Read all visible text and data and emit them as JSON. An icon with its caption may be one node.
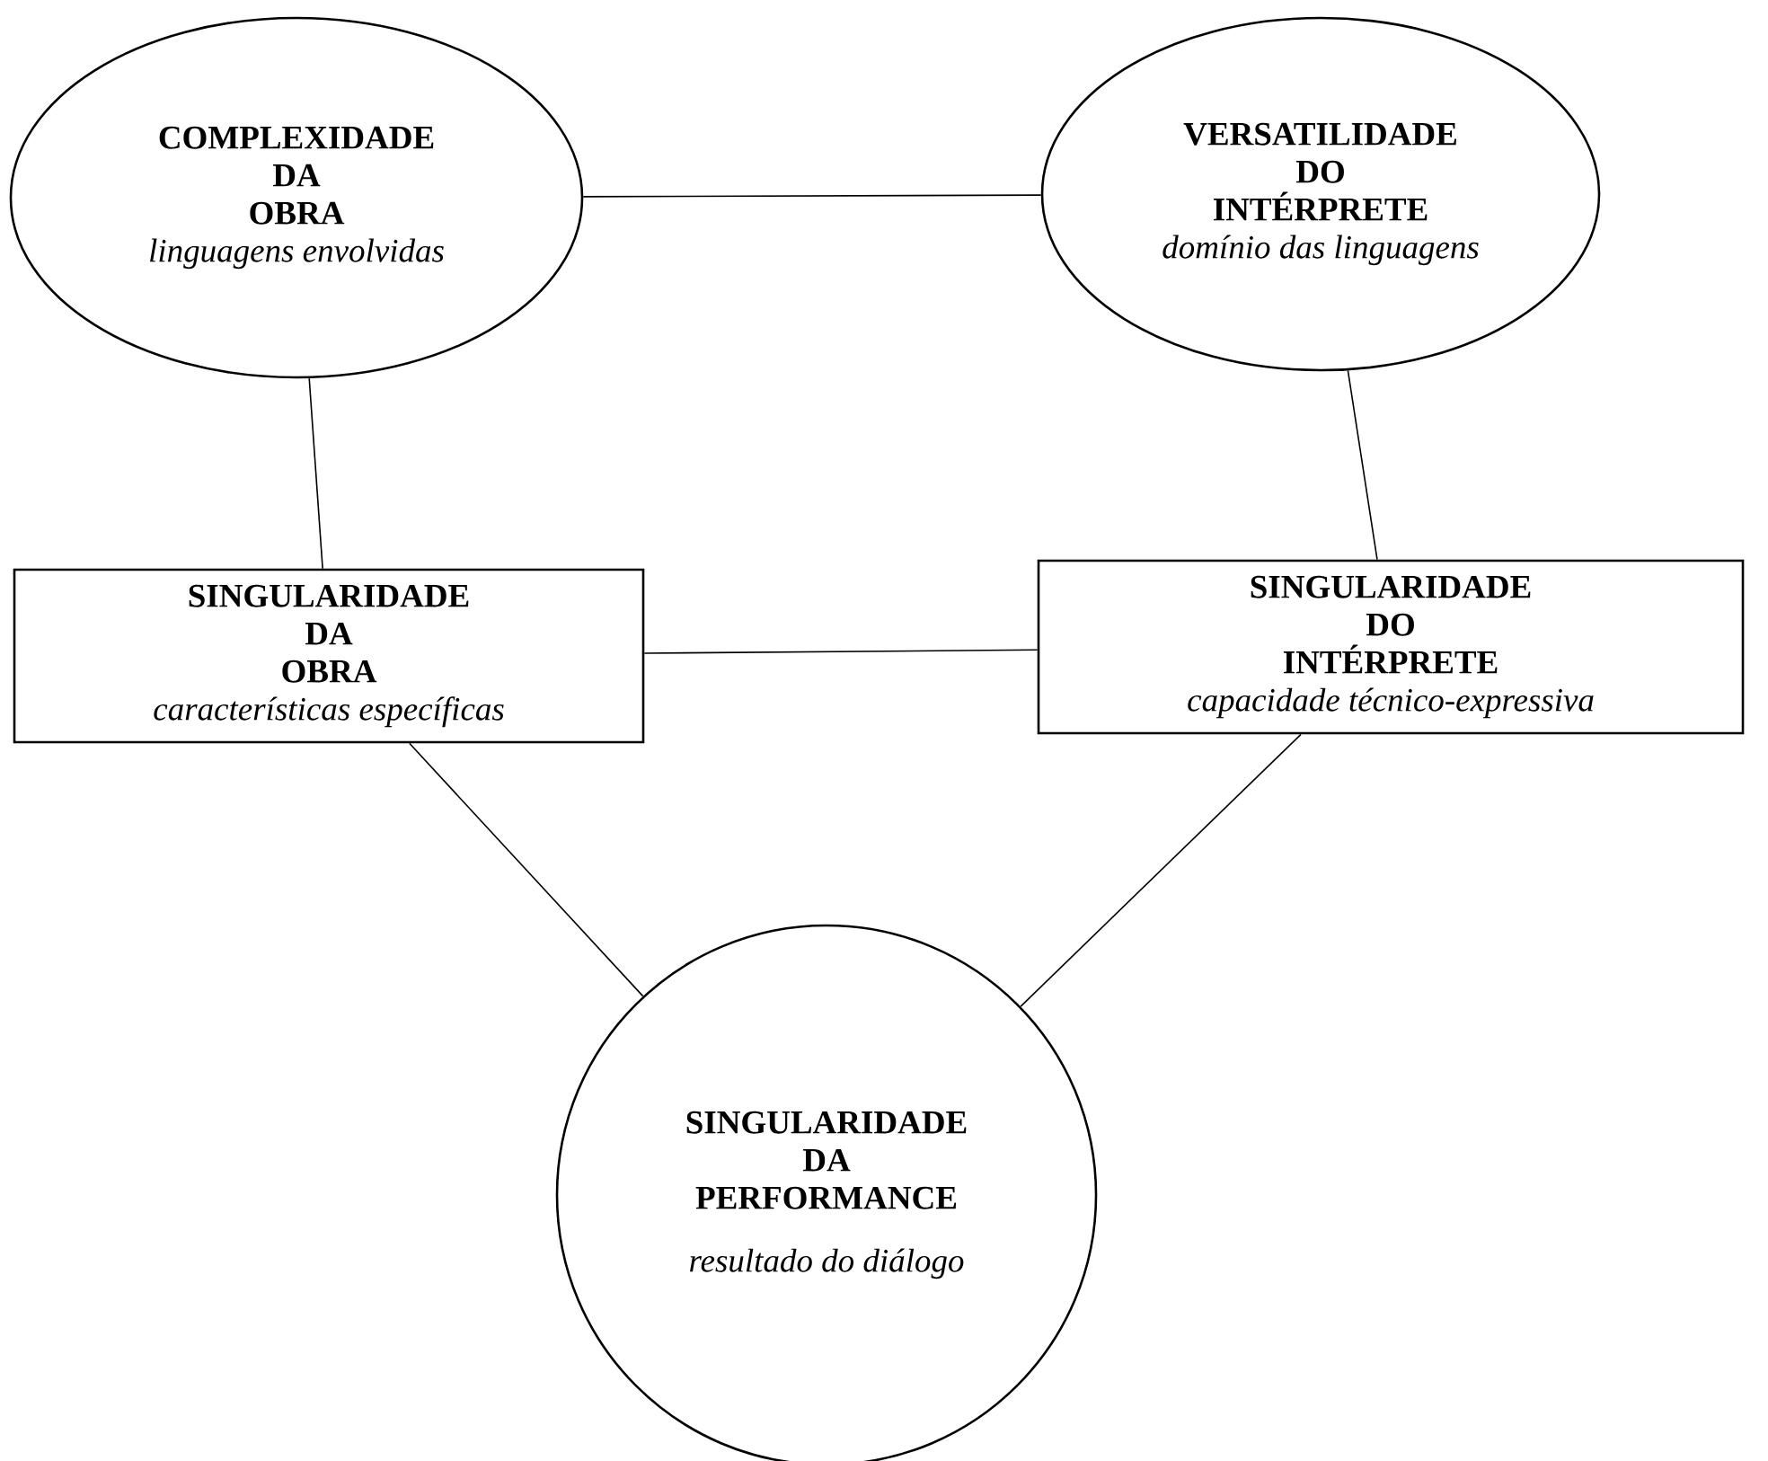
{
  "diagram": {
    "nodes": [
      {
        "text": [
          "COMPLEXIDADE DA OBRA",
          "linguagens envolvidas"
        ]
      },
      {
        "text": [
          "VERSATILIDADE DO INTÉRPRETE",
          "domínio das linguagens"
        ]
      },
      {
        "text": [
          "SINGULARIDADE DA OBRA",
          "características específicas"
        ]
      },
      {
        "text": [
          "SINGULARIDADE DO INTÉRPRETE",
          "capacidade técnico-expressiva"
        ]
      },
      {
        "text": [
          "SINGULARIDADE DA PERFORMANCE",
          "resultado do diálogo"
        ]
      }
    ],
    "edges": [
      {
        "from": 0,
        "to": 1,
        "arrow": "none"
      },
      {
        "from": 0,
        "to": 2,
        "arrow": "none"
      },
      {
        "from": 1,
        "to": 3,
        "arrow": "none"
      },
      {
        "from": 2,
        "to": 3,
        "arrow": "none"
      },
      {
        "from": 2,
        "to": 4,
        "arrow": "none"
      },
      {
        "from": 3,
        "to": 4,
        "arrow": "none"
      }
    ]
  }
}
